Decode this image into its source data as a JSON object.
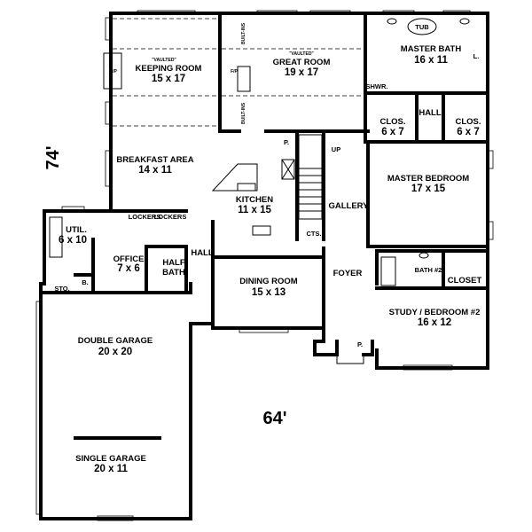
{
  "dimensions": {
    "depth": "74'",
    "width": "64'"
  },
  "rooms": {
    "keeping_room": {
      "note": "\"VAULTED\"",
      "name": "KEEPING ROOM",
      "size": "15 x 17",
      "fireplace": "F/P"
    },
    "great_room": {
      "note": "\"VAULTED\"",
      "name": "GREAT ROOM",
      "size": "19 x 17",
      "fireplace": "F/P",
      "builtins_top": "BUILT-INS",
      "builtins_bottom": "BUILT-INS"
    },
    "master_bath": {
      "name": "MASTER BATH",
      "size": "16 x 11",
      "tub": "TUB",
      "linen": "L.",
      "shower": "SHWR."
    },
    "master_hall": {
      "name": "HALL"
    },
    "closet_left": {
      "name": "CLOS.",
      "size": "6 x 7"
    },
    "closet_right": {
      "name": "CLOS.",
      "size": "6 x 7"
    },
    "master_bedroom": {
      "name": "MASTER BEDROOM",
      "size": "17 x 15"
    },
    "breakfast_area": {
      "name": "BREAKFAST AREA",
      "size": "14 x 11"
    },
    "kitchen": {
      "name": "KITCHEN",
      "size": "11 x 15",
      "pantry": "P."
    },
    "stairs": {
      "label": "UP"
    },
    "gallery": {
      "name": "GALLERY",
      "cabinets": "CTS."
    },
    "lockers": {
      "left": "LOCKERS",
      "right": "LOCKERS"
    },
    "utility": {
      "name": "UTIL.",
      "size": "6 x 10"
    },
    "office": {
      "name": "OFFICE",
      "size": "7 x 6"
    },
    "half_bath": {
      "name_line1": "HALF",
      "name_line2": "BATH"
    },
    "hall": {
      "name": "HALL"
    },
    "storage": {
      "name": "STO."
    },
    "bench": {
      "name": "B."
    },
    "dining_room": {
      "name": "DINING ROOM",
      "size": "15 x 13"
    },
    "foyer": {
      "name": "FOYER",
      "porch": "P."
    },
    "bath_2": {
      "name": "BATH #2"
    },
    "closet": {
      "name": "CLOSET"
    },
    "study": {
      "name": "STUDY / BEDROOM #2",
      "size": "16 x 12"
    },
    "double_garage": {
      "name": "DOUBLE GARAGE",
      "size": "20 x 20"
    },
    "single_garage": {
      "name": "SINGLE GARAGE",
      "size": "20 x 11"
    }
  }
}
